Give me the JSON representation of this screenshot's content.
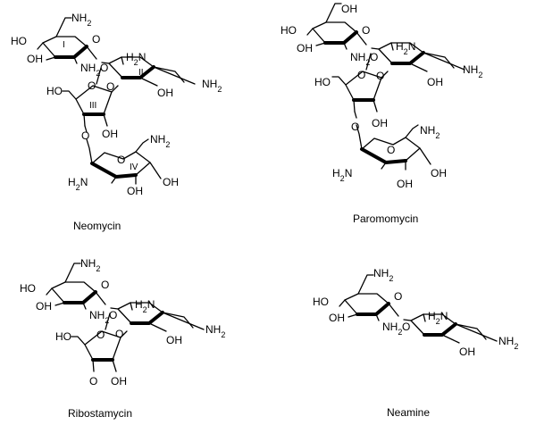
{
  "molecules": {
    "neomycin": {
      "name": "Neomycin",
      "atoms": {
        "nh2_i_top": "NH2",
        "o_i": "O",
        "ho_i": "HO",
        "oh_i": "OH",
        "nh2_i": "NH2",
        "o_link1": "O",
        "h2n_ii": "H2N",
        "nh2_ii": "NH2",
        "oh_ii": "OH",
        "ho_iii": "HO",
        "o_iii": "O",
        "o_link2": "O",
        "oh_iii": "OH",
        "o_link3": "O",
        "nh2_iv_top": "NH2",
        "o_iv": "O",
        "h2n_iv": "H2N",
        "oh_iv_a": "OH",
        "oh_iv_b": "OH"
      },
      "rings": {
        "r1": "I",
        "r2": "II",
        "r3": "III",
        "r4": "IV"
      }
    },
    "paromomycin": {
      "name": "Paromomycin",
      "atoms": {
        "oh_top": "OH",
        "o_a": "O",
        "ho_a": "HO",
        "oh_a": "OH",
        "nh2_a": "NH2",
        "o_link1": "O",
        "h2n_b": "H2N",
        "nh2_b": "NH2",
        "oh_b": "OH",
        "ho_c": "HO",
        "o_c": "O",
        "o_link2": "O",
        "oh_c": "OH",
        "o_link3": "O",
        "nh2_d_top": "NH2",
        "o_d": "O",
        "h2n_d": "H2N",
        "oh_d_a": "OH",
        "oh_d_b": "OH"
      }
    },
    "ribostamycin": {
      "name": "Ribostamycin",
      "atoms": {
        "nh2_top": "NH2",
        "o_a": "O",
        "ho_a": "HO",
        "oh_a": "OH",
        "nh2_a": "NH2",
        "o_link1": "O",
        "h2n_b": "H2N",
        "nh2_b": "NH2",
        "oh_b": "OH",
        "ho_c": "HO",
        "o_c": "O",
        "o_link2": "O",
        "o_bottom": "O",
        "oh_c": "OH"
      }
    },
    "neamine": {
      "name": "Neamine",
      "atoms": {
        "nh2_top": "NH2",
        "o_a": "O",
        "ho_a": "HO",
        "oh_a": "OH",
        "nh2_a": "NH2",
        "o_link1": "O",
        "h2n_b": "H2N",
        "nh2_b": "NH2",
        "oh_b": "OH"
      }
    }
  }
}
